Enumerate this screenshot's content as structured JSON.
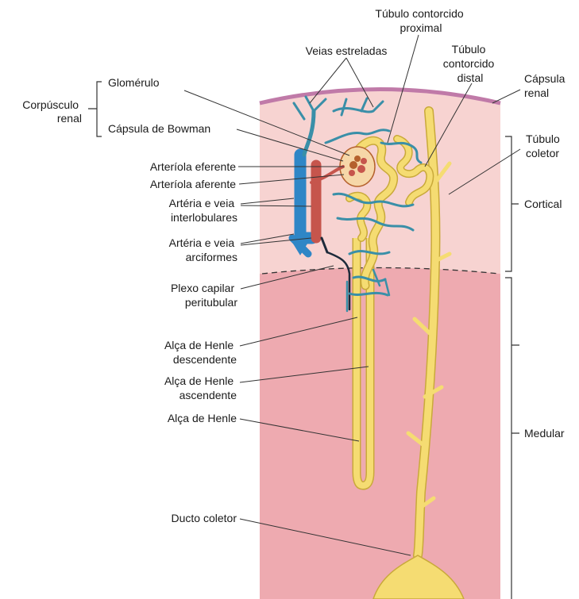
{
  "labels": {
    "corpusculo_renal": [
      "Corpúsculo",
      "renal"
    ],
    "glomerulo": "Glomérulo",
    "capsula_bowman": "Cápsula de Bowman",
    "arteriola_eferente": "Arteríola eferente",
    "arteriola_aferente": "Arteríola aferente",
    "arteria_veia_interlobulares": [
      "Artéria e veia",
      "interlobulares"
    ],
    "arteria_veia_arciformes": [
      "Artéria e veia",
      "arciformes"
    ],
    "plexo_capilar": [
      "Plexo capilar",
      "peritubular"
    ],
    "alca_henle_descendente": [
      "Alça de Henle",
      "descendente"
    ],
    "alca_henle_ascendente": [
      "Alça de Henle",
      "ascendente"
    ],
    "alca_henle": "Alça de Henle",
    "ducto_coletor": "Ducto coletor",
    "veias_estreladas": "Veias estreladas",
    "tubulo_proximal": [
      "Túbulo contorcido",
      "proximal"
    ],
    "tubulo_distal": [
      "Túbulo",
      "contorcido",
      "distal"
    ],
    "capsula_renal": [
      "Cápsula",
      "renal"
    ],
    "tubulo_coletor": [
      "Túbulo",
      "coletor"
    ],
    "cortical": "Cortical",
    "medular": "Medular"
  },
  "colors": {
    "cortex": "#f7d3d1",
    "medulla": "#eeaab0",
    "capsule": "#c07aa8",
    "tubule": "#f5dc72",
    "tubule_edge": "#c9a93a",
    "vein": "#2f86c6",
    "artery": "#c6554c",
    "capillary": "#3a8fa8",
    "glomerulus": "#b5612d"
  }
}
